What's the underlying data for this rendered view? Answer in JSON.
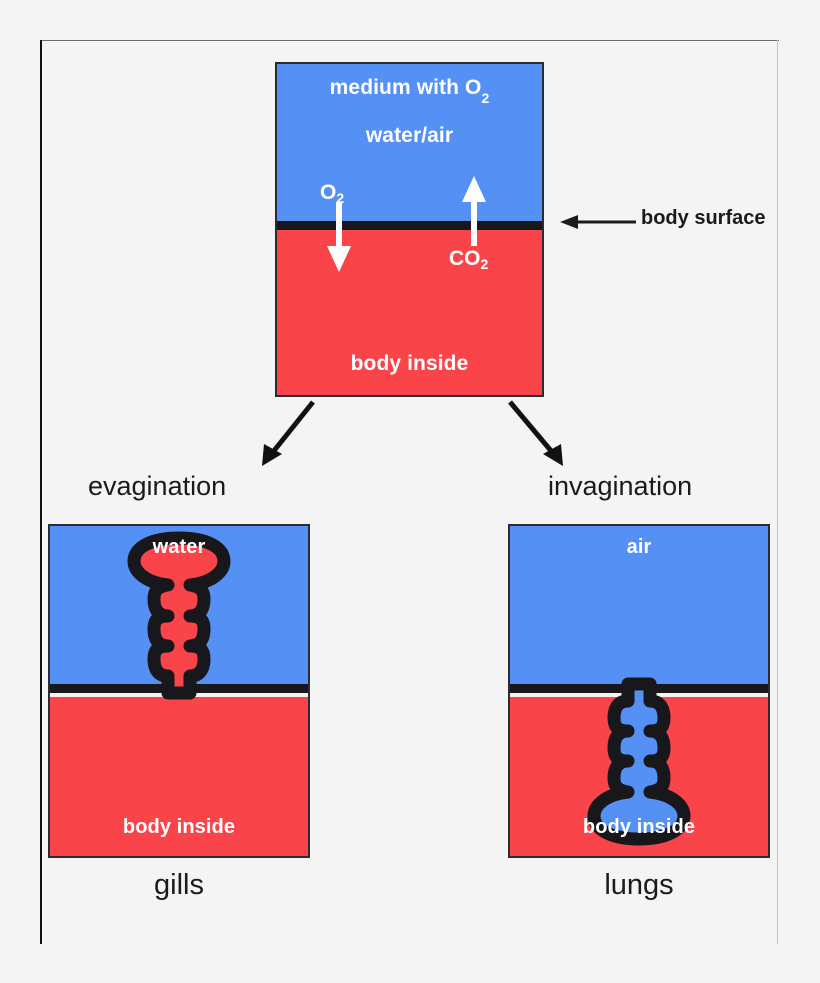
{
  "figure": {
    "title_alt": "Evolution of gas exchange surfaces: evagination (gills) and invagination (lungs)",
    "colors": {
      "medium_blue": "#5590f5",
      "body_red": "#f9444a",
      "surface_black": "#17171c",
      "text_dark": "#1b1b1b",
      "text_light": "#ffffff",
      "background": "#f4f4f4"
    }
  },
  "main_panel": {
    "medium_label": "medium with O",
    "medium_label_sub": "2",
    "medium_type_label": "water/air",
    "inside_label": "body inside",
    "gases": [
      {
        "name": "oxygen",
        "label": "O",
        "sub": "2",
        "direction": "inward"
      },
      {
        "name": "carbon-dioxide",
        "label": "CO",
        "sub": "2",
        "direction": "outward"
      }
    ]
  },
  "callout": {
    "body_surface_label": "body surface"
  },
  "branches": [
    {
      "name": "evagination",
      "label": "evagination"
    },
    {
      "name": "invagination",
      "label": "invagination"
    }
  ],
  "gills_panel": {
    "medium_label": "water",
    "inside_label": "body inside",
    "caption": "gills",
    "structure": "outward protrusion of body tissue into the medium"
  },
  "lungs_panel": {
    "medium_label": "air",
    "inside_label": "body inside",
    "caption": "lungs",
    "structure": "inward pocket of medium into the body"
  }
}
